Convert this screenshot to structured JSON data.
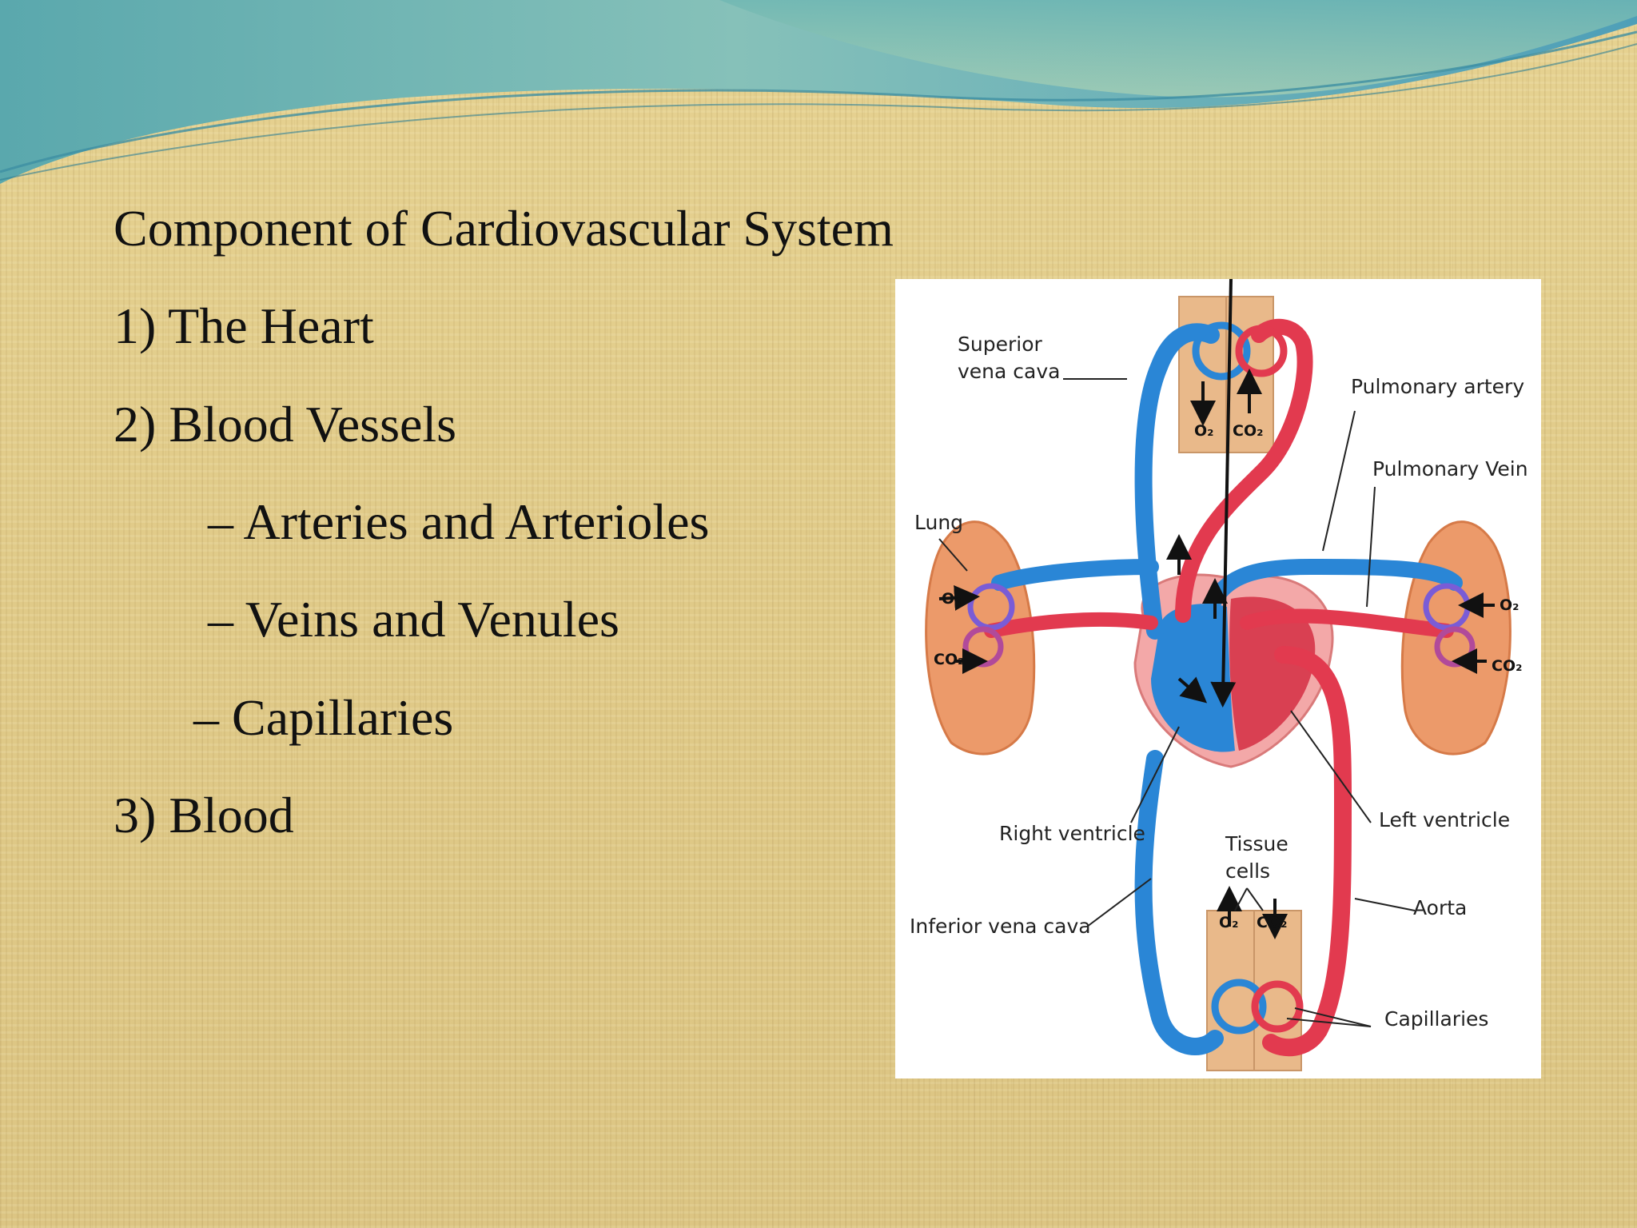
{
  "slide": {
    "title": "Component of Cardiovascular System",
    "items": [
      {
        "text": "1) The Heart"
      },
      {
        "text": "2) Blood Vessels"
      },
      {
        "text": "– Arteries and Arterioles"
      },
      {
        "text": "– Veins and Venules"
      },
      {
        "text": "– Capillaries"
      },
      {
        "text": "3) Blood"
      }
    ]
  },
  "diagram": {
    "labels": {
      "superior_vena_cava_1": "Superior",
      "superior_vena_cava_2": "vena cava",
      "pulmonary_artery": "Pulmonary artery",
      "pulmonary_vein": "Pulmonary Vein",
      "lung": "Lung",
      "right_ventricle": "Right ventricle",
      "left_ventricle": "Left ventricle",
      "tissue_cells_1": "Tissue",
      "tissue_cells_2": "cells",
      "inferior_vena_cava": "Inferior vena cava",
      "aorta": "Aorta",
      "capillaries": "Capillaries"
    },
    "gas": {
      "o2": "O₂",
      "co2": "CO₂"
    }
  },
  "colors": {
    "vein_blue": "#2a86d6",
    "artery_red": "#e23a4f",
    "tissue_tan": "#e9b98a",
    "lung_orange": "#ec9a6a"
  }
}
